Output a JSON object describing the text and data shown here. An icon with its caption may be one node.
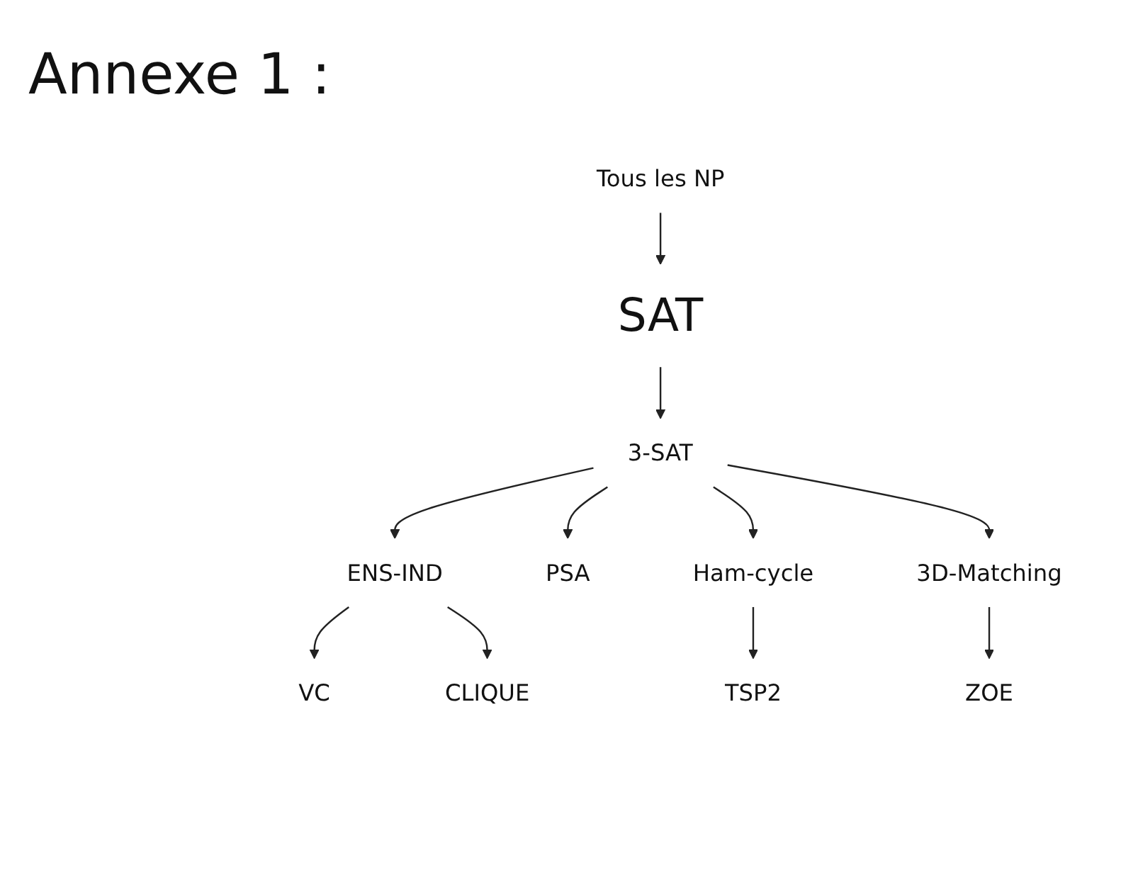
{
  "diagram": {
    "title": "Annexe 1 :",
    "nodes": [
      {
        "text": [
          "Tous les NP"
        ]
      },
      {
        "text": [
          "SAT"
        ]
      },
      {
        "text": [
          "3-SAT"
        ]
      },
      {
        "text": [
          "ENS-IND"
        ]
      },
      {
        "text": [
          "PSA"
        ]
      },
      {
        "text": [
          "Ham-cycle"
        ]
      },
      {
        "text": [
          "3D-Matching"
        ]
      },
      {
        "text": [
          "VC"
        ]
      },
      {
        "text": [
          "CLIQUE"
        ]
      },
      {
        "text": [
          "TSP2"
        ]
      },
      {
        "text": [
          "ZOE"
        ]
      }
    ],
    "edges": [
      {
        "from": 0,
        "to": 1,
        "arrow": "to"
      },
      {
        "from": 1,
        "to": 2,
        "arrow": "to"
      },
      {
        "from": 2,
        "to": 3,
        "arrow": "to"
      },
      {
        "from": 2,
        "to": 4,
        "arrow": "to"
      },
      {
        "from": 2,
        "to": 5,
        "arrow": "to"
      },
      {
        "from": 2,
        "to": 6,
        "arrow": "to"
      },
      {
        "from": 3,
        "to": 7,
        "arrow": "to"
      },
      {
        "from": 3,
        "to": 8,
        "arrow": "to"
      },
      {
        "from": 5,
        "to": 9,
        "arrow": "to"
      },
      {
        "from": 6,
        "to": 10,
        "arrow": "to"
      }
    ]
  }
}
